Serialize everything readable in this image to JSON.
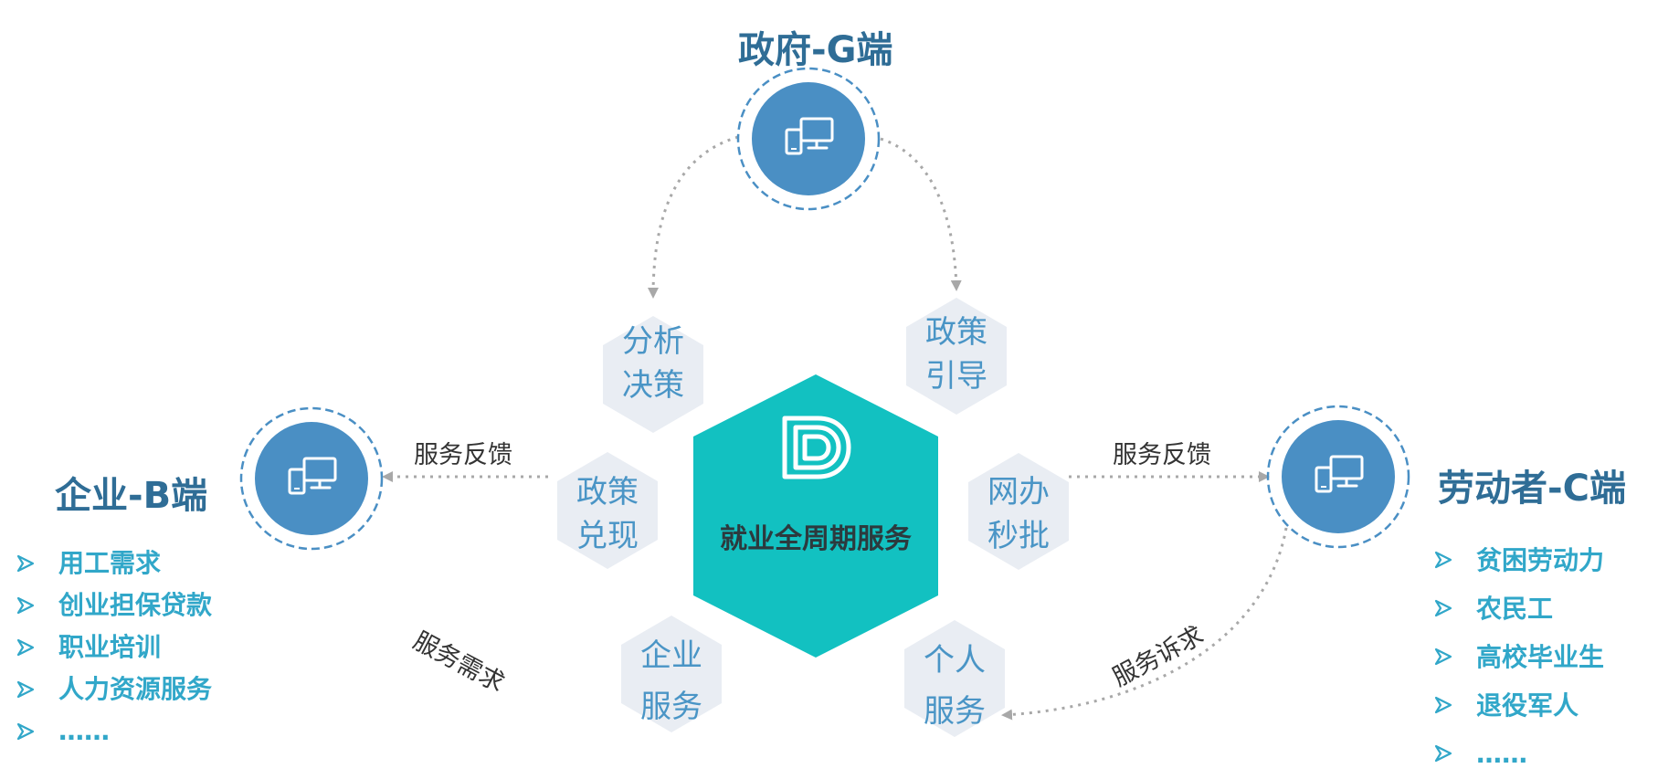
{
  "nodes": {
    "government": {
      "title": "政府-G端",
      "icon": "devices-icon"
    },
    "enterprise": {
      "title": "企业-B端",
      "icon": "devices-icon"
    },
    "worker": {
      "title": "劳动者-C端",
      "icon": "devices-icon"
    }
  },
  "center": {
    "label": "就业全周期服务",
    "logo": "d-logo-icon"
  },
  "hexagons": {
    "analysis": {
      "line1": "分析",
      "line2": "决策"
    },
    "guidance": {
      "line1": "政策",
      "line2": "引导"
    },
    "redeem": {
      "line1": "政策",
      "line2": "兑现"
    },
    "online": {
      "line1": "网办",
      "line2": "秒批"
    },
    "enterprise_service": {
      "line1": "企业",
      "line2": "服务"
    },
    "personal_service": {
      "line1": "个人",
      "line2": "服务"
    }
  },
  "flow_labels": {
    "feedback_left": "服务反馈",
    "feedback_right": "服务反馈",
    "demand": "服务需求",
    "appeal": "服务诉求"
  },
  "enterprise_list": [
    "用工需求",
    "创业担保贷款",
    "职业培训",
    "人力资源服务",
    "……"
  ],
  "worker_list": [
    "贫困劳动力",
    "农民工",
    "高校毕业生",
    "退役军人",
    "……"
  ],
  "colors": {
    "node_circle": "#4a8fc4",
    "node_ring": "#4a8fc4",
    "node_title": "#2f6d96",
    "center_hex": "#12c1c1",
    "small_hex": "#e9edf3",
    "small_hex_text": "#4a95c6",
    "list_text": "#31a7c9",
    "arrow": "#a8a8a8"
  }
}
